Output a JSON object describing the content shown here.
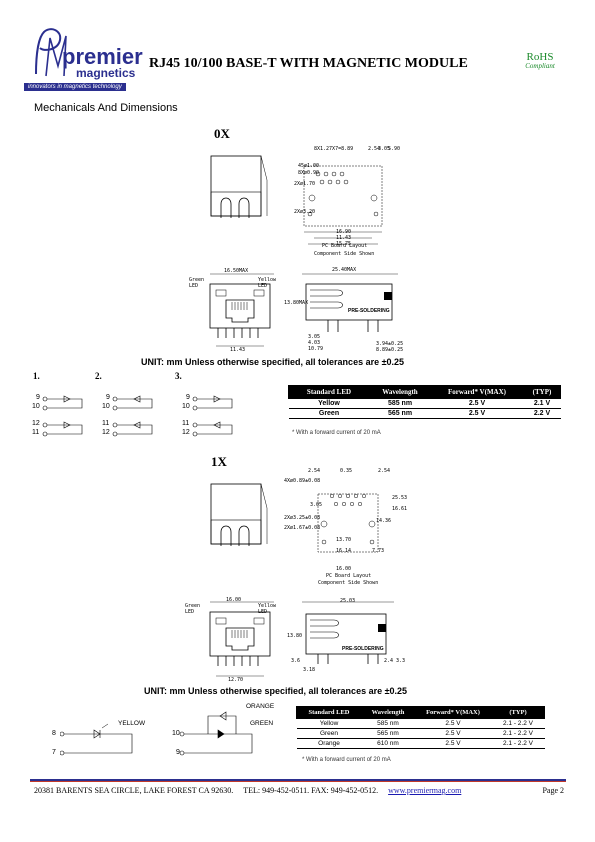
{
  "header": {
    "logo_word": "premier",
    "logo_sub": "magnetics",
    "tagline": "innovators in magnetics technology",
    "title": "RJ45 10/100 BASE-T WITH MAGNETIC MODULE",
    "rohs": "RoHS",
    "rohs_sub": "Compliant"
  },
  "section_title": "Mechanicals And Dimensions",
  "variant_0x": {
    "label": "0X",
    "pcb_caption_1": "PC Board Layout",
    "pcb_caption_2": "Component Side Shown",
    "green_led": "Green LED",
    "yellow_led": "Yellow LED",
    "front_width": "16.50MAX",
    "side_width": "25.40MAX",
    "side_height": "13.80MAX",
    "bottom_width": "11.43",
    "soldering": "PRE-SOLDERING",
    "unit_note": "UNIT: mm Unless otherwise specified, all tolerances are ±0.25",
    "pcb_dims": [
      "16.90",
      "11.43",
      "15.75",
      "2Xø3.20",
      "45ø1.00",
      "8Xø0.90",
      "2Xø1.70",
      "8X1.27X7=8.89",
      "2.54",
      "3.05",
      "5.90"
    ],
    "side_dims": [
      "3.05",
      "4.03",
      "10.79",
      "3.94±0.25",
      "8.89±0.25"
    ],
    "options": [
      {
        "num": "1.",
        "pins": [
          "9",
          "10",
          "12",
          "11"
        ]
      },
      {
        "num": "2.",
        "pins": [
          "9",
          "10",
          "11",
          "12"
        ]
      },
      {
        "num": "3.",
        "pins": [
          "9",
          "10",
          "11",
          "12"
        ]
      }
    ],
    "table": {
      "headers": [
        "Standard LED",
        "Wavelength",
        "Forward* V(MAX)",
        "(TYP)"
      ],
      "rows": [
        [
          "Yellow",
          "585 nm",
          "2.5 V",
          "2.1 V"
        ],
        [
          "Green",
          "565 nm",
          "2.5 V",
          "2.2 V"
        ]
      ],
      "footnote": "* With a forward current of 20 mA"
    }
  },
  "variant_1x": {
    "label": "1X",
    "pcb_caption_1": "PC Board Layout",
    "pcb_caption_2": "Component Side Shown",
    "green_led": "Green LED",
    "yellow_led": "Yellow LED",
    "front_width": "16.00",
    "side_width": "25.03",
    "side_height": "13.80",
    "bottom_width": "12.70",
    "soldering": "PRE-SOLDERING",
    "unit_note": "UNIT: mm Unless otherwise specified, all tolerances are ±0.25",
    "pcb_dims": [
      "2.54",
      "0.35",
      "2.54",
      "4Xø0.89±0.08",
      "3.05",
      "25.53",
      "2Xø3.25±0.08",
      "2Xø1.67±0.08",
      "16.61",
      "14.36",
      "13.70",
      "16.14",
      "7.73",
      "16.00"
    ],
    "side_dims": [
      "3.6",
      "3.18",
      "2.4",
      "3.3"
    ],
    "schematic": {
      "orange": "ORANGE",
      "green": "GREEN",
      "yellow": "YELLOW",
      "pins": [
        "8",
        "7",
        "10",
        "9"
      ]
    },
    "table": {
      "headers": [
        "Standard LED",
        "Wavelength",
        "Forward* V(MAX)",
        "(TYP)"
      ],
      "rows": [
        [
          "Yellow",
          "585 nm",
          "2.5 V",
          "2.1 - 2.2 V"
        ],
        [
          "Green",
          "565 nm",
          "2.5 V",
          "2.1 - 2.2 V"
        ],
        [
          "Orange",
          "610 nm",
          "2.5 V",
          "2.1 - 2.2 V"
        ]
      ],
      "footnote": "* With a forward current of 20 mA"
    }
  },
  "footer": {
    "address": "20381 BARENTS SEA CIRCLE, LAKE FOREST CA 92630.",
    "phone": "TEL: 949-452-0511. FAX: 949-452-0512.",
    "url": "www.premiermag.com",
    "page": "Page 2"
  }
}
